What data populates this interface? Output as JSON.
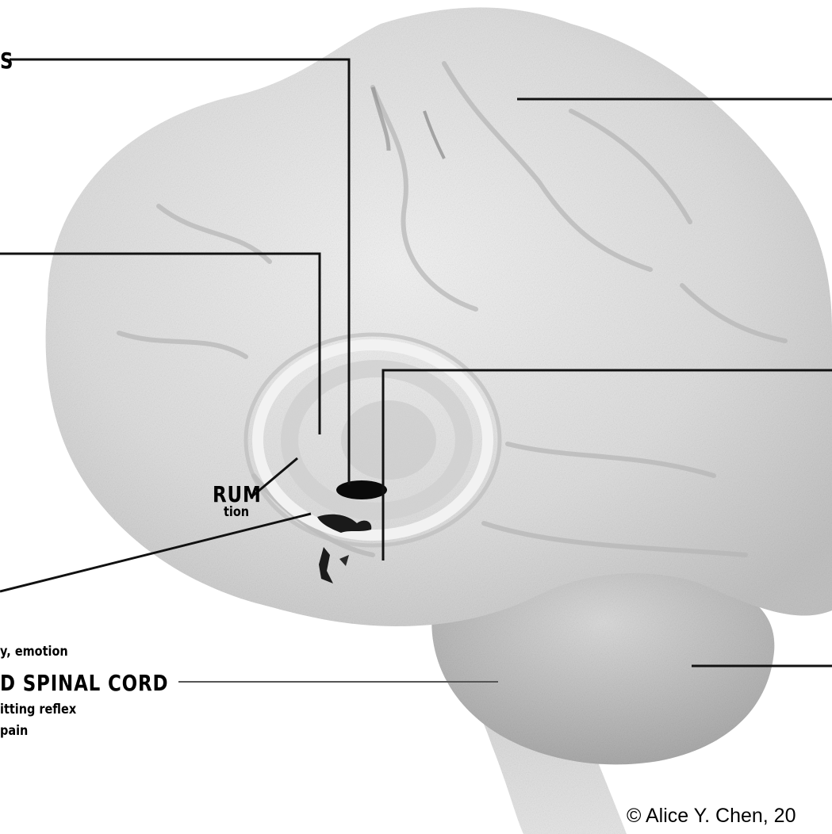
{
  "labels": {
    "top_fragment": "S",
    "rum_title": "RUM",
    "rum_desc": "tion",
    "emotion_desc": "y, emotion",
    "spinal_title": "D SPINAL CORD",
    "spinal_desc_1": "itting reflex",
    "spinal_desc_2": "pain"
  },
  "credit": "© Alice Y. Chen, 20",
  "colors": {
    "line": "#111111",
    "brain_light": "#e6e6e6",
    "brain_mid": "#c9c9c9",
    "brain_dark": "#9a9a9a",
    "marker": "#0a0a0a"
  }
}
